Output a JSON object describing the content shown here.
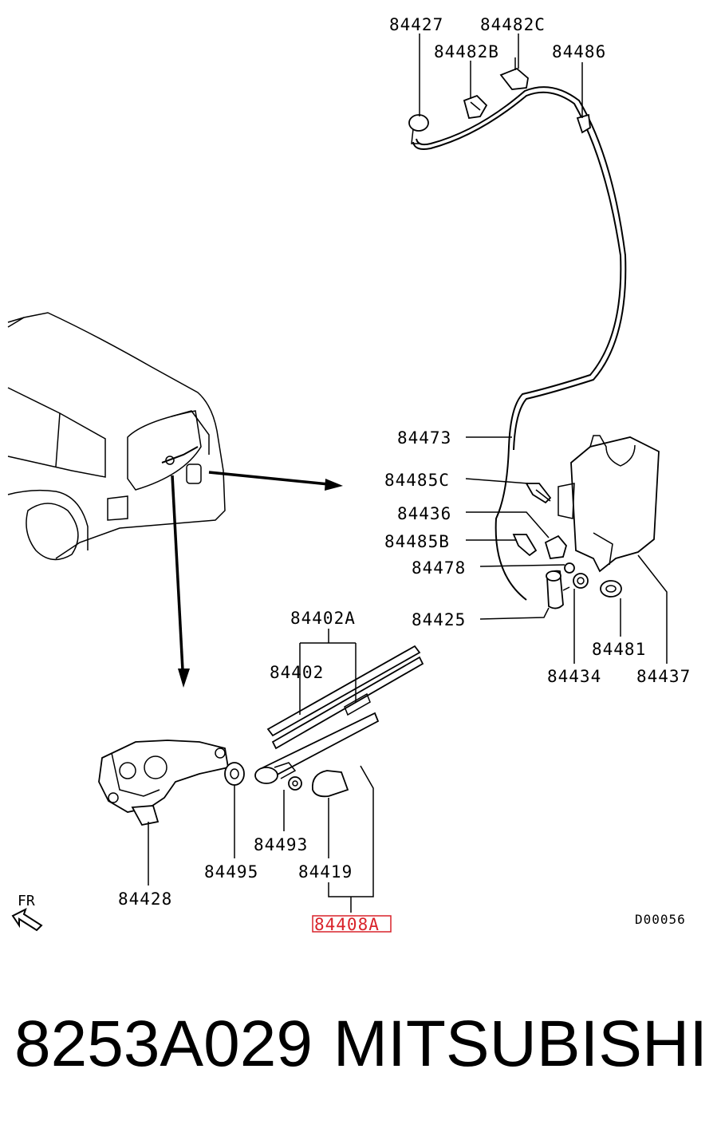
{
  "diagram": {
    "labels": {
      "p84427": "84427",
      "p84482C": "84482C",
      "p84482B": "84482B",
      "p84486": "84486",
      "p84473": "84473",
      "p84485C": "84485C",
      "p84436": "84436",
      "p84485B": "84485B",
      "p84478": "84478",
      "p84425": "84425",
      "p84481": "84481",
      "p84434": "84434",
      "p84437": "84437",
      "p84402A": "84402A",
      "p84402": "84402",
      "p84493": "84493",
      "p84495": "84495",
      "p84419": "84419",
      "p84428": "84428",
      "p84408A": "84408A"
    },
    "highlighted_label": "84408A",
    "highlight_color": "#d9222a",
    "drawing_code": "D00056",
    "front_indicator": "FR"
  },
  "footer": {
    "part_number": "8253A029",
    "brand": "MITSUBISHI"
  }
}
